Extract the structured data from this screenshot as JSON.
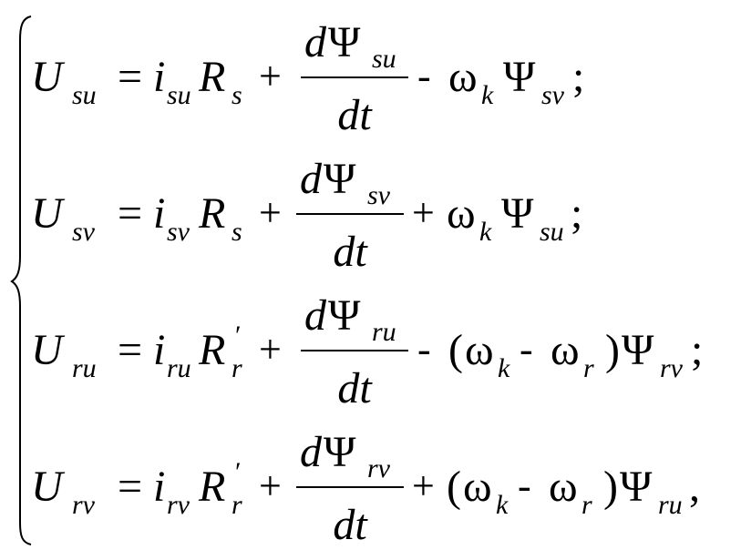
{
  "equations": [
    {
      "lhs": {
        "symbol": "U",
        "sub": "su"
      },
      "eq": "=",
      "current": {
        "symbol": "i",
        "sub": "su"
      },
      "resistance": {
        "symbol": "R",
        "sub": "s",
        "prime": ""
      },
      "op1": "+",
      "frac": {
        "num_d": "d",
        "num_psi": "Ψ",
        "num_sub": "su",
        "den": "dt"
      },
      "tail": [
        {
          "t": "-",
          "k": "op"
        },
        {
          "t": "ω",
          "k": "sym"
        },
        {
          "t": "k",
          "k": "sub"
        },
        {
          "t": "Ψ",
          "k": "sym"
        },
        {
          "t": "sv",
          "k": "sub"
        },
        {
          "t": ";",
          "k": "punct"
        }
      ]
    },
    {
      "lhs": {
        "symbol": "U",
        "sub": "sv"
      },
      "eq": "=",
      "current": {
        "symbol": "i",
        "sub": "sv"
      },
      "resistance": {
        "symbol": "R",
        "sub": "s",
        "prime": ""
      },
      "op1": "+",
      "frac": {
        "num_d": "d",
        "num_psi": "Ψ",
        "num_sub": "sv",
        "den": "dt"
      },
      "tail": [
        {
          "t": "+",
          "k": "op"
        },
        {
          "t": "ω",
          "k": "sym"
        },
        {
          "t": "k",
          "k": "sub"
        },
        {
          "t": "Ψ",
          "k": "sym"
        },
        {
          "t": "su",
          "k": "sub"
        },
        {
          "t": ";",
          "k": "punct"
        }
      ]
    },
    {
      "lhs": {
        "symbol": "U",
        "sub": "ru"
      },
      "eq": "=",
      "current": {
        "symbol": "i",
        "sub": "ru"
      },
      "resistance": {
        "symbol": "R",
        "sub": "r",
        "prime": "′"
      },
      "op1": "+",
      "frac": {
        "num_d": "d",
        "num_psi": "Ψ",
        "num_sub": "ru",
        "den": "dt"
      },
      "tail": [
        {
          "t": "-",
          "k": "op"
        },
        {
          "t": "(",
          "k": "paren"
        },
        {
          "t": "ω",
          "k": "sym"
        },
        {
          "t": "k",
          "k": "sub"
        },
        {
          "t": "-",
          "k": "op"
        },
        {
          "t": "ω",
          "k": "sym"
        },
        {
          "t": "r",
          "k": "sub"
        },
        {
          "t": ")",
          "k": "paren"
        },
        {
          "t": "Ψ",
          "k": "sym"
        },
        {
          "t": "rv",
          "k": "sub"
        },
        {
          "t": ";",
          "k": "punct"
        }
      ]
    },
    {
      "lhs": {
        "symbol": "U",
        "sub": "rv"
      },
      "eq": "=",
      "current": {
        "symbol": "i",
        "sub": "rv"
      },
      "resistance": {
        "symbol": "R",
        "sub": "r",
        "prime": "′"
      },
      "op1": "+",
      "frac": {
        "num_d": "d",
        "num_psi": "Ψ",
        "num_sub": "rv",
        "den": "dt"
      },
      "tail": [
        {
          "t": "+",
          "k": "op"
        },
        {
          "t": "(",
          "k": "paren"
        },
        {
          "t": "ω",
          "k": "sym"
        },
        {
          "t": "k",
          "k": "sub"
        },
        {
          "t": "-",
          "k": "op"
        },
        {
          "t": "ω",
          "k": "sym"
        },
        {
          "t": "r",
          "k": "sub"
        },
        {
          "t": ")",
          "k": "paren"
        },
        {
          "t": "Ψ",
          "k": "sym"
        },
        {
          "t": "ru",
          "k": "sub"
        },
        {
          "t": ",",
          "k": "punct"
        }
      ]
    }
  ]
}
